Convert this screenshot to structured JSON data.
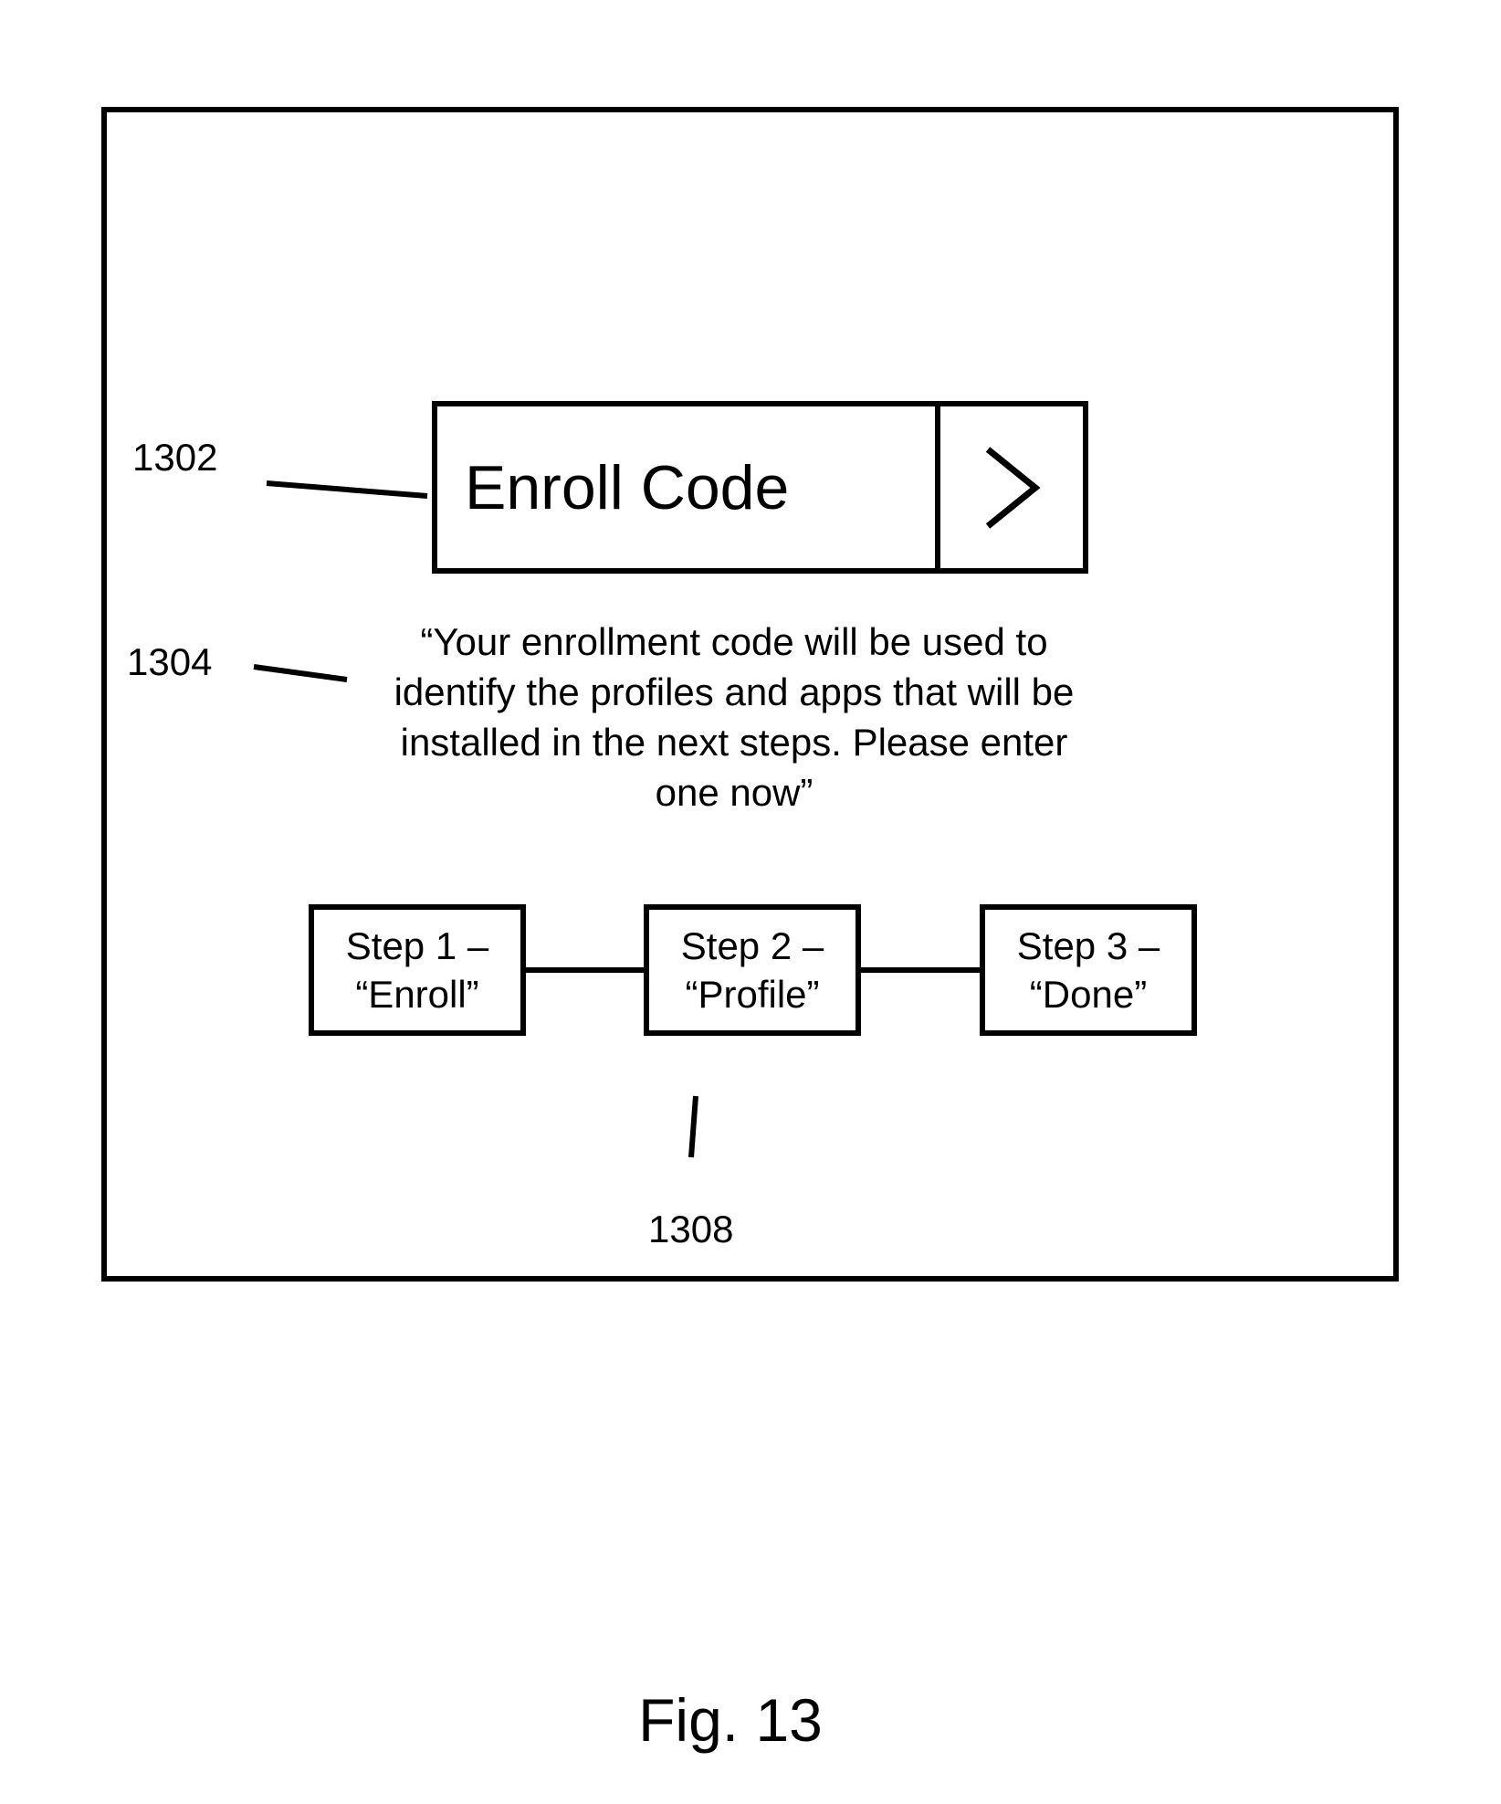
{
  "screen": {
    "input_placeholder": "Enroll Code",
    "next_icon": "chevron-right-icon",
    "message": "“Your enrollment code will be used to identify the profiles and apps that will be installed in the next steps. Please enter one now”"
  },
  "steps": [
    {
      "title": "Step 1 –",
      "name": "“Enroll”"
    },
    {
      "title": "Step 2 –",
      "name": "“Profile”"
    },
    {
      "title": "Step 3 –",
      "name": "“Done”"
    }
  ],
  "reference_numerals": {
    "enroll_field": "1302",
    "message": "1304",
    "steps": "1308"
  },
  "caption": "Fig. 13"
}
